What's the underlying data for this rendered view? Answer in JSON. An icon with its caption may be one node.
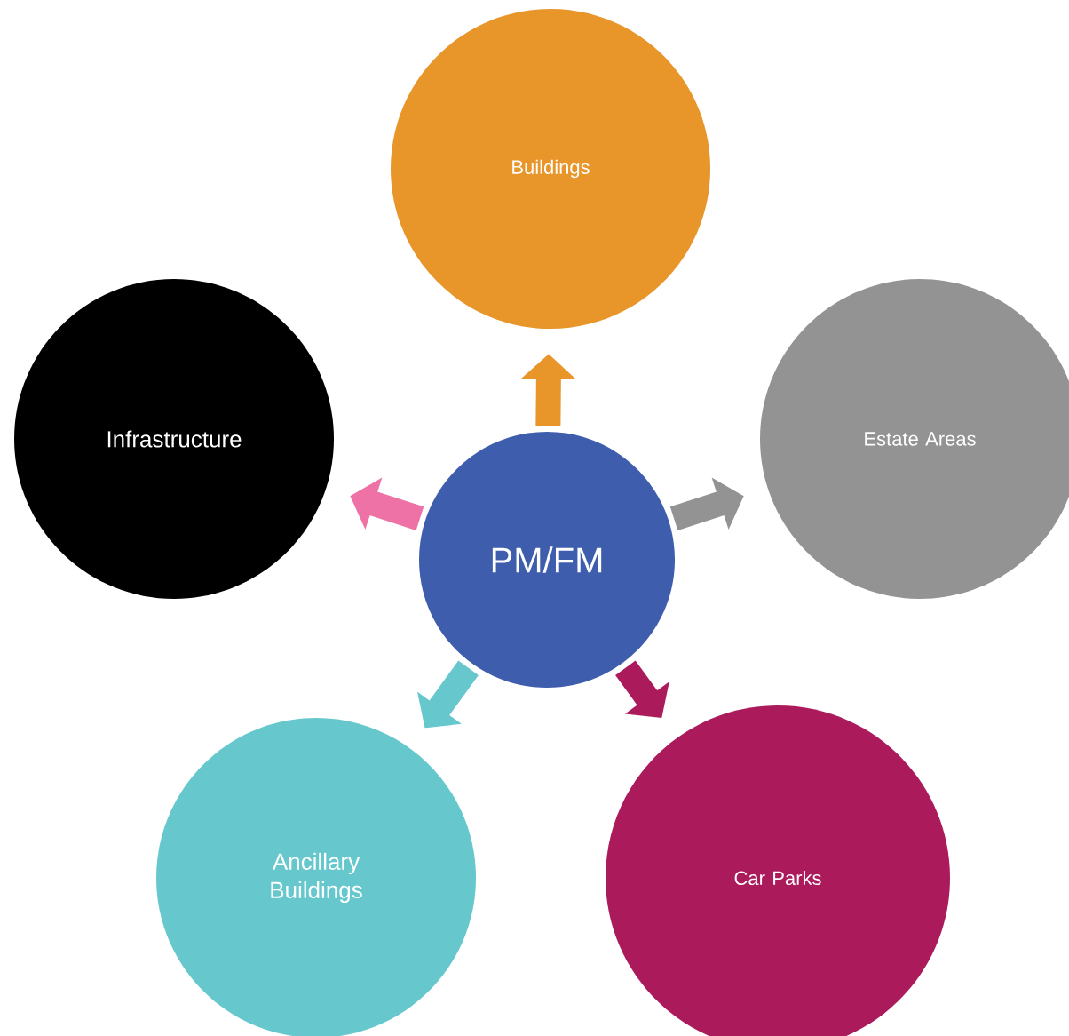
{
  "diagram": {
    "nodes": [
      {
        "text": [
          "Buildings"
        ]
      },
      {
        "text": [
          "Infrastructure"
        ]
      },
      {
        "text": [
          "Estate Areas"
        ]
      },
      {
        "text": [
          "PM/FM"
        ]
      },
      {
        "text": [
          "Ancillary Buildings"
        ]
      },
      {
        "text": [
          "Car Parks"
        ]
      }
    ],
    "edges": [
      {
        "from": 3,
        "to": 0,
        "arrow": "to",
        "color": "#e8952a"
      },
      {
        "from": 3,
        "to": 1,
        "arrow": "to",
        "color": "#ee72a5"
      },
      {
        "from": 3,
        "to": 2,
        "arrow": "to",
        "color": "#939393"
      },
      {
        "from": 3,
        "to": 4,
        "arrow": "to",
        "color": "#66c8cd"
      },
      {
        "from": 3,
        "to": 5,
        "arrow": "to",
        "color": "#ab1b5c"
      }
    ]
  }
}
